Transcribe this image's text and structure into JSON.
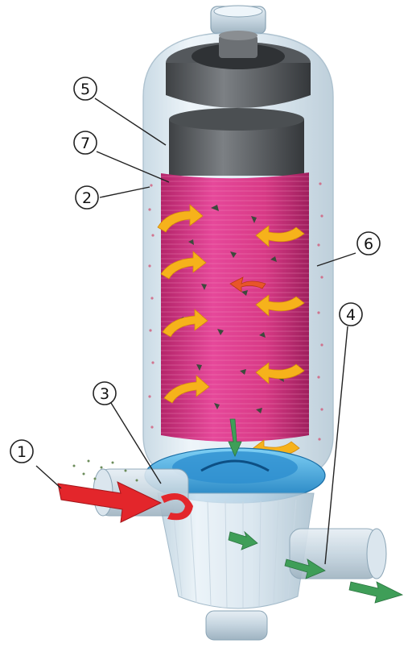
{
  "callouts": [
    {
      "id": "1",
      "label": "1"
    },
    {
      "id": "2",
      "label": "2"
    },
    {
      "id": "3",
      "label": "3"
    },
    {
      "id": "4",
      "label": "4"
    },
    {
      "id": "5",
      "label": "5"
    },
    {
      "id": "6",
      "label": "6"
    },
    {
      "id": "7",
      "label": "7"
    }
  ],
  "colors": {
    "housing": "#cfe0ec",
    "filter_element": "#d8377e",
    "cap": "#5f6265",
    "base_disc": "#3aa7e3",
    "swirl_arrows": "#f6b21b",
    "inlet_arrow": "#e3262b",
    "outlet_arrows": "#3f9e58",
    "particles": "#3d4a3d"
  }
}
